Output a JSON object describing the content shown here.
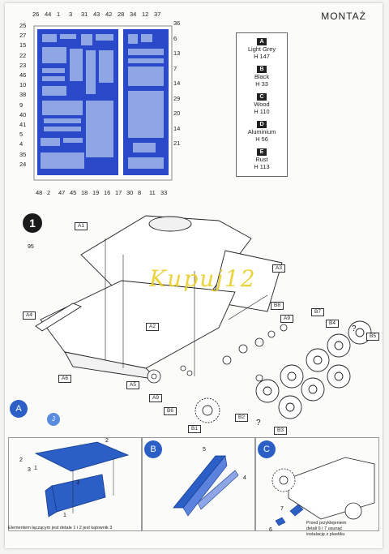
{
  "header": {
    "title": "MONTAŻ"
  },
  "top_callouts": [
    "26",
    "44",
    "1",
    "3",
    "31",
    "43",
    "42",
    "28",
    "34",
    "12",
    "37"
  ],
  "left_callouts": [
    "25",
    "27",
    "15",
    "22",
    "23",
    "46",
    "10",
    "38",
    "9",
    "40",
    "41",
    "5",
    "4",
    "35",
    "24"
  ],
  "right_callouts": [
    "36",
    "6",
    "13",
    "7",
    "14",
    "29",
    "20",
    "14",
    "21"
  ],
  "bottom_callouts": [
    "48",
    "2",
    "47",
    "45",
    "18",
    "19",
    "16",
    "17",
    "30",
    "8",
    "11",
    "33"
  ],
  "colors": {
    "fret_blue": "#2a49c8",
    "fret_light": "#8fa6e6",
    "accent_blue": "#2c5fc6",
    "watermark": "#e8cc1c"
  },
  "legend": [
    {
      "letter": "A",
      "name": "Light Grey",
      "code": "H 147"
    },
    {
      "letter": "B",
      "name": "Black",
      "code": "H 33"
    },
    {
      "letter": "C",
      "name": "Wood",
      "code": "H 110"
    },
    {
      "letter": "D",
      "name": "Aluminium",
      "code": "H 56"
    },
    {
      "letter": "E",
      "name": "Rust",
      "code": "H 113"
    }
  ],
  "step": {
    "number": "1",
    "side_number": "95"
  },
  "watermark": "Kupuj12",
  "parts": {
    "a1": "A1",
    "a3": "A3",
    "a4": "A4",
    "a2": "A2",
    "a6": "A6",
    "a5": "A5",
    "a9a": "A9",
    "a9b": "A9",
    "b8": "B8",
    "b7": "B7",
    "b4": "B4",
    "b5": "B5",
    "b6": "B6",
    "b1": "B1",
    "b2": "B2",
    "b3": "B3",
    "q1": "?",
    "q2": "?"
  },
  "sub_a": {
    "badge": "A",
    "badge_small": "J",
    "labels": [
      "2",
      "3",
      "1",
      "3",
      "1"
    ],
    "label_top": "2",
    "caption": "Elementem łączącym jest detale 1 i 2 jest kątownik 3"
  },
  "sub_b": {
    "badge": "B",
    "labels": [
      "5",
      "4"
    ]
  },
  "sub_c": {
    "badge": "C",
    "labels": [
      "7",
      "6"
    ],
    "note": [
      "Przed przyklejeniem",
      "detali 6 i 7 usunąć",
      "instalację z plastiku"
    ]
  }
}
